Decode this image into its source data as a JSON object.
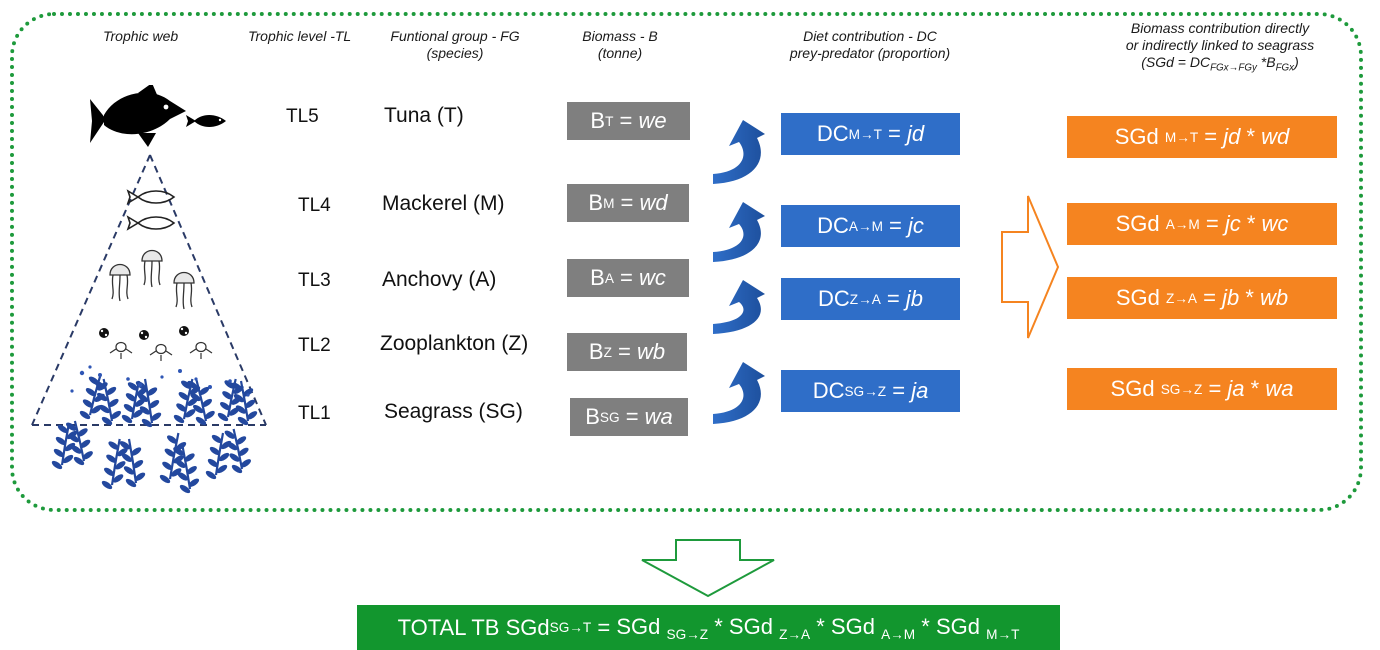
{
  "headers": {
    "trophic_web": "Trophic web",
    "trophic_level": "Trophic level -TL",
    "functional_group_line1": "Funtional group - FG",
    "functional_group_line2": "(species)",
    "biomass_line1": "Biomass - B",
    "biomass_line2": "(tonne)",
    "diet_line1": "Diet contribution - DC",
    "diet_line2": "prey-predator (proportion)",
    "sgd_line1": "Biomass contribution directly",
    "sgd_line2": "or indirectly linked to seagrass",
    "sgd_formula_prefix": "(SGd = DC",
    "sgd_formula_sub1": "FGx→FGy",
    "sgd_formula_mid": " *B",
    "sgd_formula_sub2": "FGx",
    "sgd_formula_suffix": ")"
  },
  "levels": [
    {
      "tl": "TL5",
      "group": "Tuna (T)",
      "b_sub": "T",
      "b_val": "we"
    },
    {
      "tl": "TL4",
      "group": "Mackerel (M)",
      "b_sub": "M",
      "b_val": "wd"
    },
    {
      "tl": "TL3",
      "group": "Anchovy (A)",
      "b_sub": "A",
      "b_val": "wc"
    },
    {
      "tl": "TL2",
      "group": "Zooplankton (Z)",
      "b_sub": "Z",
      "b_val": "wb"
    },
    {
      "tl": "TL1",
      "group": "Seagrass (SG)",
      "b_sub": "SG",
      "b_val": "wa"
    }
  ],
  "b_prefix": "B",
  "dc_prefix": "DC",
  "sgd_prefix": "SGd",
  "diet": [
    {
      "sub": "M→T",
      "val": "jd"
    },
    {
      "sub": "A→M",
      "val": "jc"
    },
    {
      "sub": "Z→A",
      "val": "jb"
    },
    {
      "sub": "SG→Z",
      "val": "ja"
    }
  ],
  "sgd": [
    {
      "sub": "M→T",
      "dc": "jd",
      "b": "wd"
    },
    {
      "sub": "A→M",
      "dc": "jc",
      "b": "wc"
    },
    {
      "sub": "Z→A",
      "dc": "jb",
      "b": "wb"
    },
    {
      "sub": "SG→Z",
      "dc": "ja",
      "b": "wa"
    }
  ],
  "total": {
    "prefix": "TOTAL TB SGd",
    "prefix_sub": "SG→T",
    "terms": [
      {
        "name": "SGd",
        "sub": "SG→Z"
      },
      {
        "name": "SGd",
        "sub": "Z→A"
      },
      {
        "name": "SGd",
        "sub": "A→M"
      },
      {
        "name": "SGd",
        "sub": "M→T"
      }
    ]
  },
  "colors": {
    "frame": "#1e9a3c",
    "biomass_box": "#7f7f7f",
    "diet_box": "#2f6ec8",
    "sgd_box": "#f58420",
    "total_box": "#12962e",
    "arrow_orange": "#f58420",
    "arrow_green": "#1e9a3c",
    "seagrass": "#23489e"
  },
  "icons": [
    "fish-icon",
    "jellyfish-icon",
    "plankton-icon",
    "seagrass-icon"
  ]
}
